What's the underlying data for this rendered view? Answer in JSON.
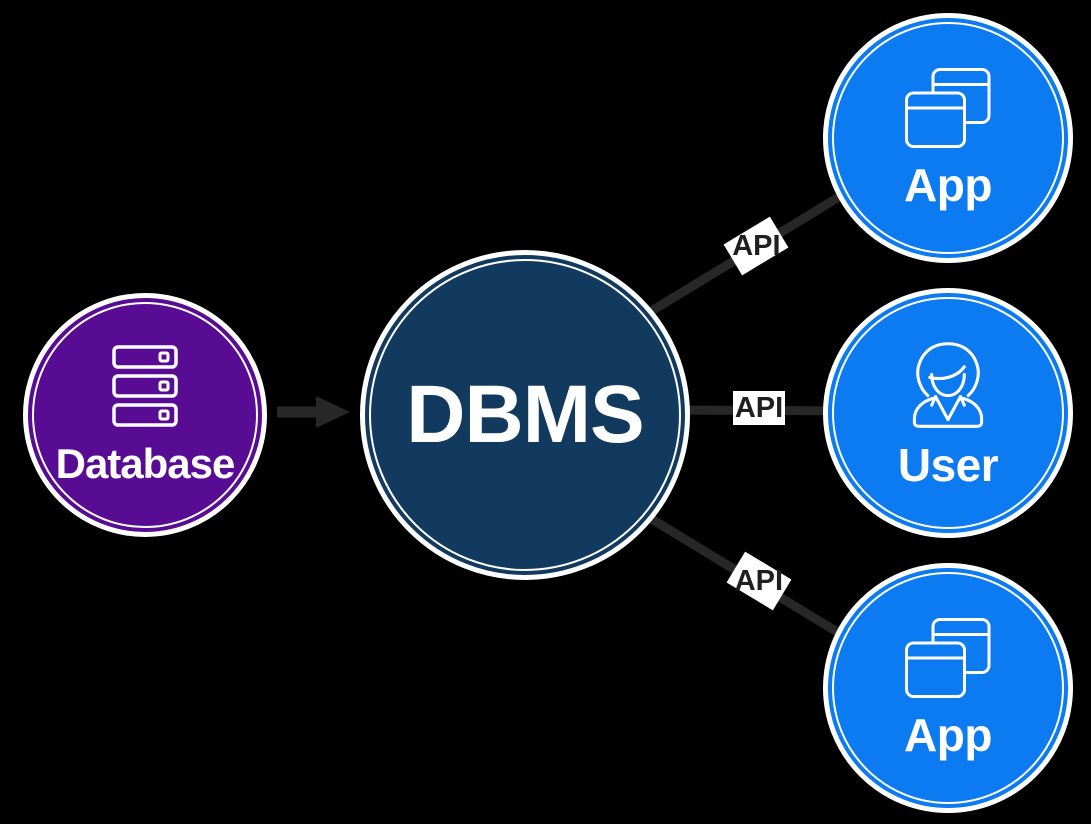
{
  "diagram_type": "dbms-architecture",
  "background_color": "#000000",
  "nodes": {
    "database": {
      "label": "Database",
      "fill": "#580C94",
      "icon": "server-stack-icon"
    },
    "dbms": {
      "label": "DBMS",
      "fill": "#123A5E"
    },
    "app_top": {
      "label": "App",
      "fill": "#0C7AF0",
      "icon": "app-windows-icon"
    },
    "user": {
      "label": "User",
      "fill": "#0C7AF0",
      "icon": "person-icon"
    },
    "app_bottom": {
      "label": "App",
      "fill": "#0C7AF0",
      "icon": "app-windows-icon"
    }
  },
  "connectors": {
    "line_color": "#272727",
    "label_bg": "#FFFFFF",
    "label_text_color": "#1F1F1F",
    "database_to_dbms": {
      "type": "arrow"
    },
    "dbms_to_app_top": {
      "label": "API"
    },
    "dbms_to_user": {
      "label": "API"
    },
    "dbms_to_app_bottom": {
      "label": "API"
    }
  }
}
